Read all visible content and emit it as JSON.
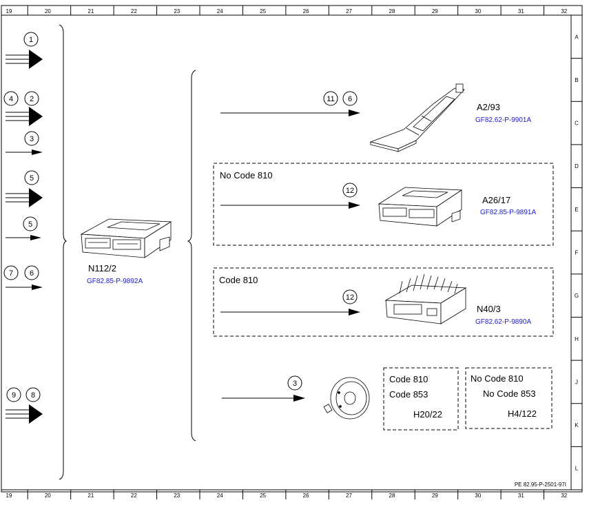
{
  "frame": {
    "columns": [
      "19",
      "20",
      "21",
      "22",
      "23",
      "24",
      "25",
      "26",
      "27",
      "28",
      "29",
      "30",
      "31",
      "32"
    ],
    "rows": [
      "A",
      "B",
      "C",
      "D",
      "E",
      "F",
      "G",
      "H",
      "J",
      "K",
      "L"
    ],
    "doc_ref": "PE 82.95-P-2501-97I"
  },
  "inputs": [
    {
      "numbers": [
        "1"
      ],
      "arrow": "bold"
    },
    {
      "numbers": [
        "4",
        "2"
      ],
      "arrow": "bold"
    },
    {
      "numbers": [
        "3"
      ],
      "arrow": "thin"
    },
    {
      "numbers": [
        "5"
      ],
      "arrow": "bold"
    },
    {
      "numbers": [
        "5"
      ],
      "arrow": "thin"
    },
    {
      "numbers": [
        "7",
        "6"
      ],
      "arrow": "thin"
    },
    {
      "numbers": [
        "9",
        "8"
      ],
      "arrow": "bold"
    }
  ],
  "central_unit": {
    "name": "N112/2",
    "ref": "GF82.85-P-9892A"
  },
  "outputs": [
    {
      "numbers": [
        "11",
        "6"
      ],
      "name": "A2/93",
      "ref": "GF82.62-P-9901A"
    },
    {
      "box_label": "No Code 810",
      "numbers": [
        "12"
      ],
      "name": "A26/17",
      "ref": "GF82.85-P-9891A"
    },
    {
      "box_label": "Code 810",
      "numbers": [
        "12"
      ],
      "name": "N40/3",
      "ref": "GF82.62-P-9890A"
    },
    {
      "numbers": [
        "3"
      ]
    }
  ],
  "code_boxes": [
    {
      "line1": "Code 810",
      "line2": "Code 853",
      "component": "H20/22"
    },
    {
      "line1": "No Code 810",
      "line2": "No Code 853",
      "component": "H4/122"
    }
  ]
}
